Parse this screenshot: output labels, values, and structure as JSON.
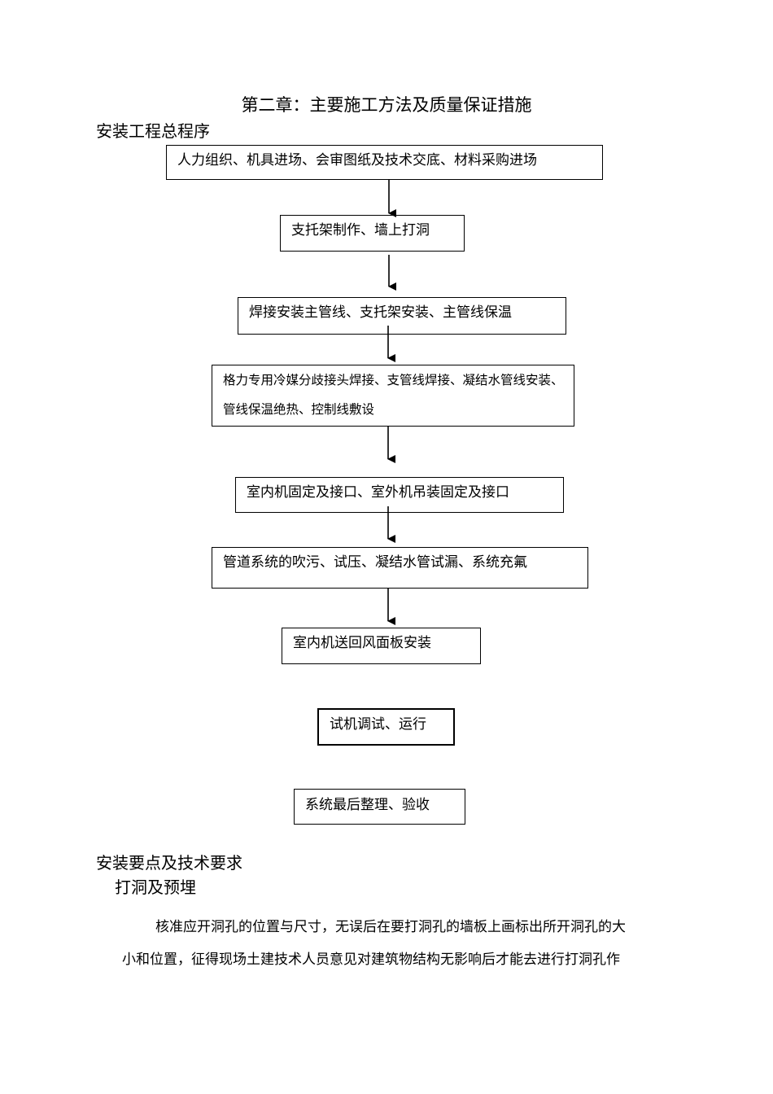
{
  "chapter_title": "第二章：主要施工方法及质量保证措施",
  "section_title": "安装工程总程序",
  "flow_steps": [
    "人力组织、机具进场、会审图纸及技术交底、材料采购进场",
    "支托架制作、墙上打洞",
    "焊接安装主管线、支托架安装、主管线保温",
    "格力专用冷媒分歧接头焊接、支管线焊接、凝结水管线安装、管线保温绝热、控制线敷设",
    "室内机固定及接口、室外机吊装固定及接口",
    "管道系统的吹污、试压、凝结水管试漏、系统充氟",
    "室内机送回风面板安装",
    "试机调试、运行",
    "系统最后整理、验收"
  ],
  "subsection_title": "安装要点及技术要求",
  "subsubsection_title": "打洞及预埋",
  "paragraph_line1": "核准应开洞孔的位置与尺寸，无误后在要打洞孔的墙板上画标出所开洞孔的大",
  "paragraph_line2": "小和位置，征得现场土建技术人员意见对建筑物结构无影响后才能去进行打洞孔作"
}
